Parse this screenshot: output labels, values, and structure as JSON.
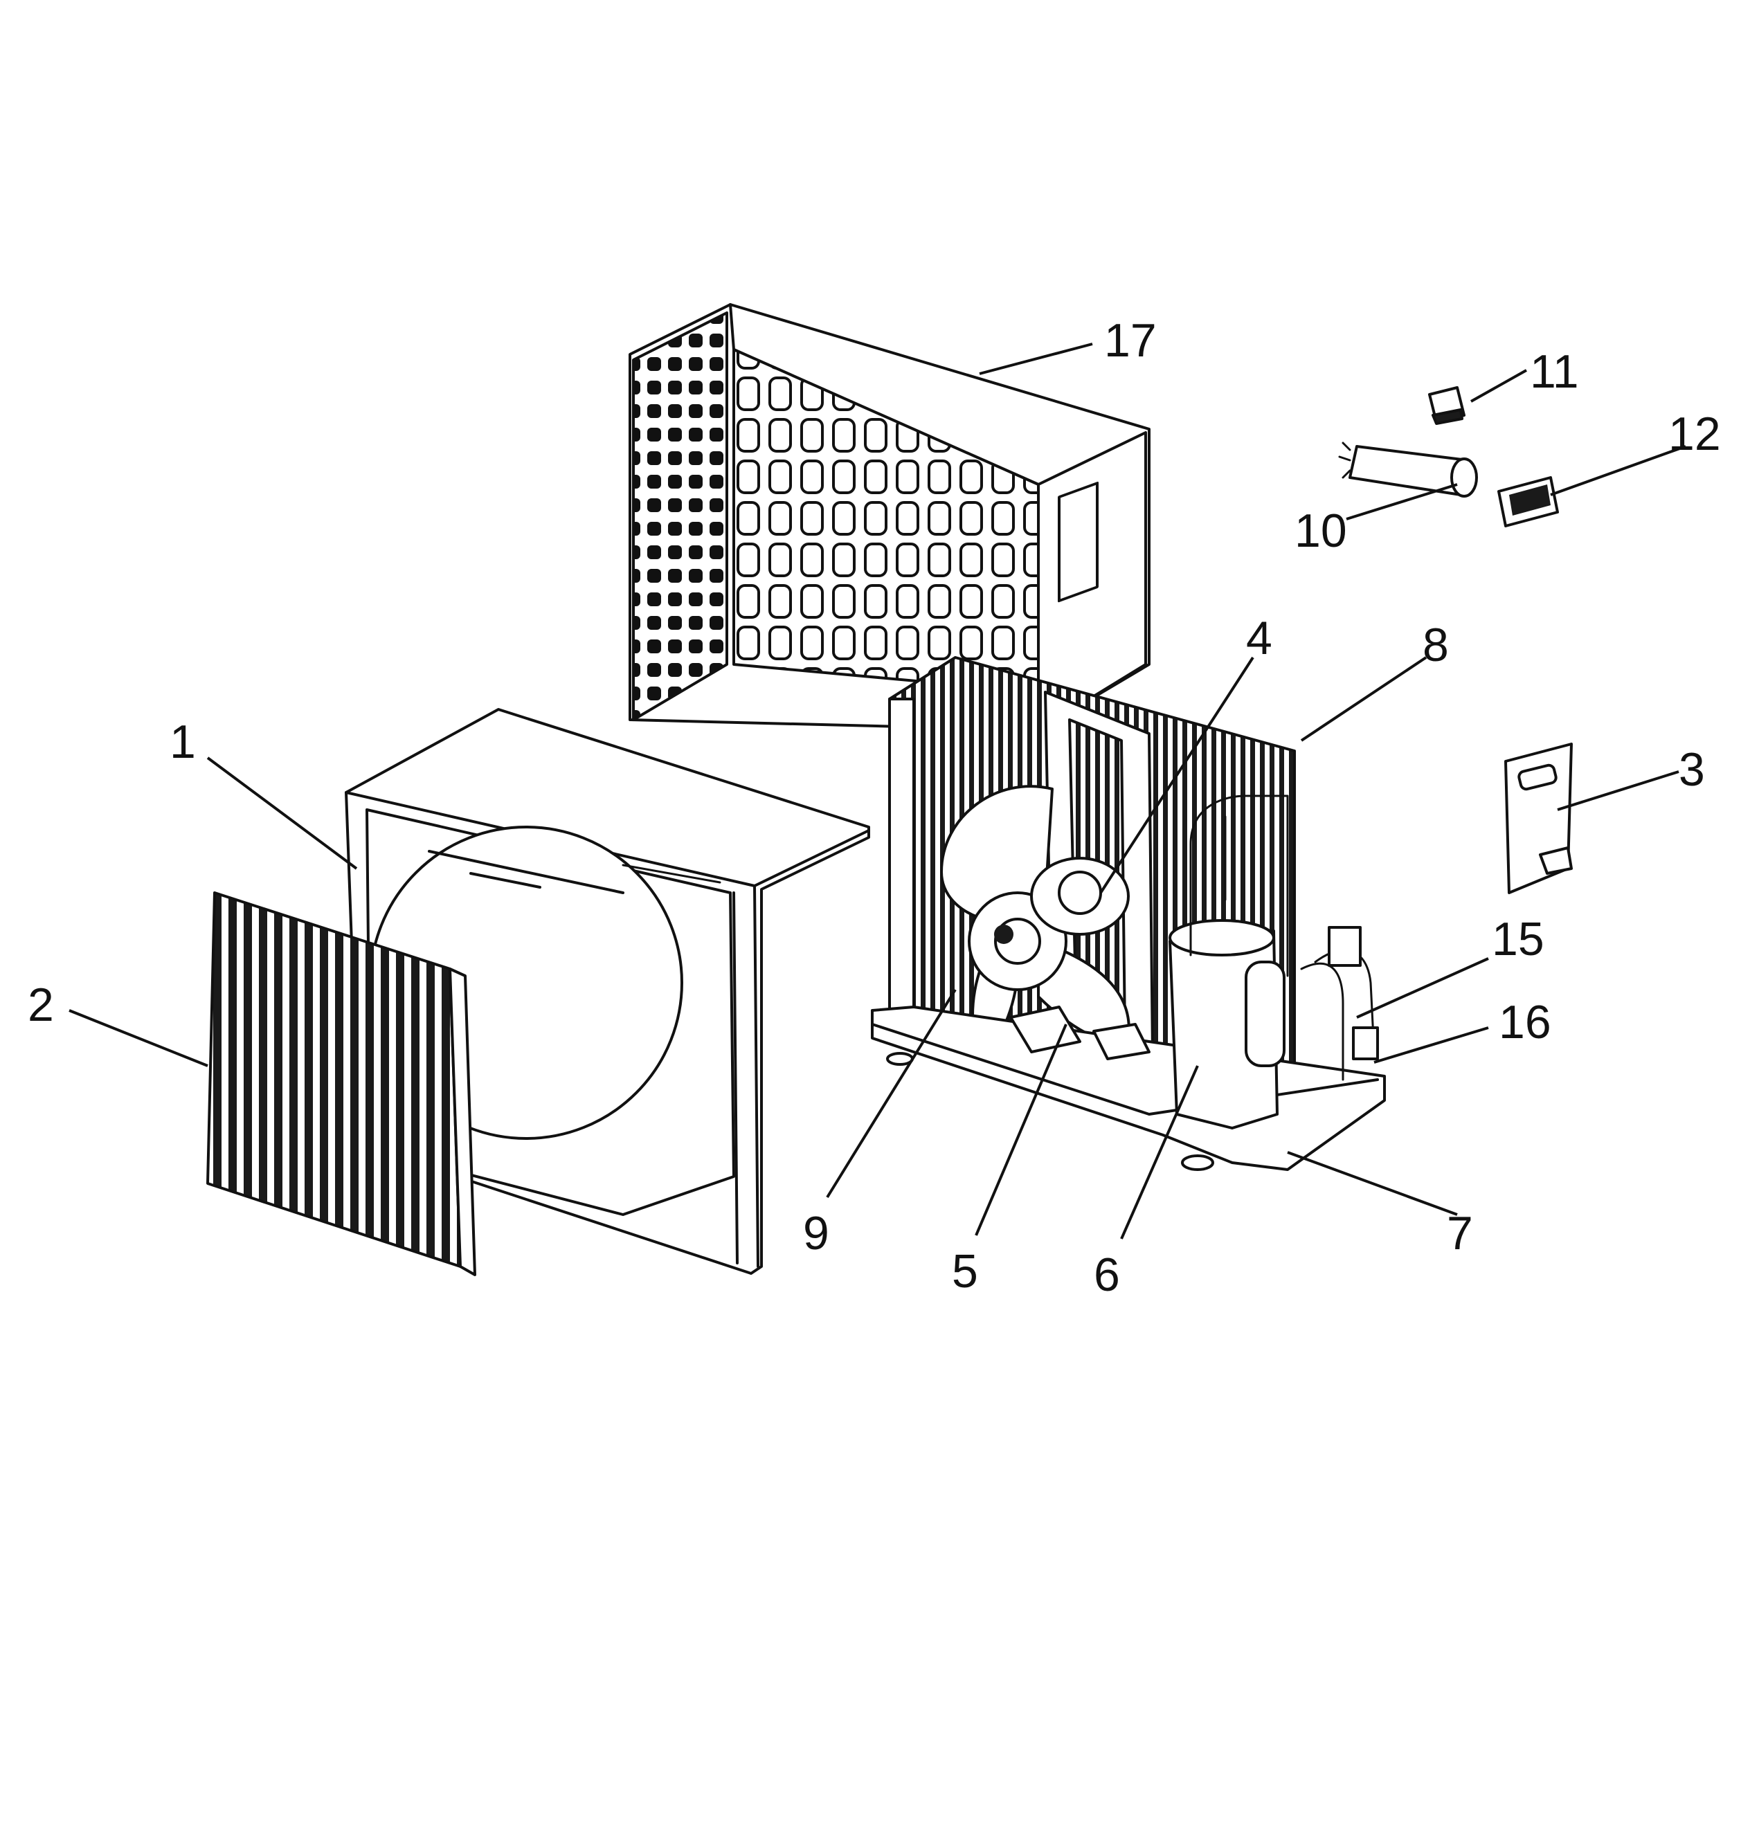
{
  "callouts": [
    {
      "label": "1"
    },
    {
      "label": "2"
    },
    {
      "label": "3"
    },
    {
      "label": "4"
    },
    {
      "label": "5"
    },
    {
      "label": "6"
    },
    {
      "label": "7"
    },
    {
      "label": "8"
    },
    {
      "label": "9"
    },
    {
      "label": "10"
    },
    {
      "label": "11"
    },
    {
      "label": "12"
    },
    {
      "label": "15"
    },
    {
      "label": "16"
    },
    {
      "label": "17"
    }
  ]
}
